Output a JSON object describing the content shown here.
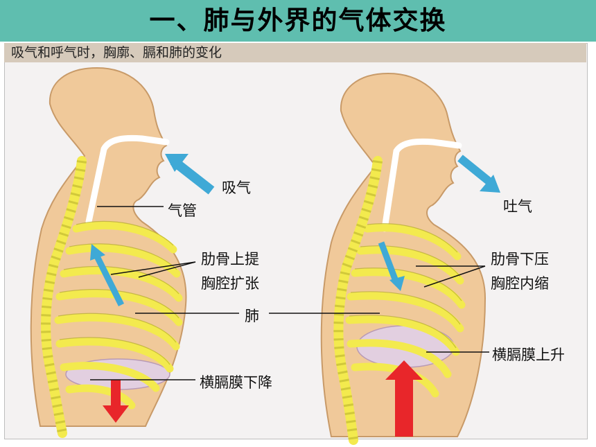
{
  "header": {
    "title": "一、肺与外界的气体交换"
  },
  "caption": "吸气和呼气时，胸廓、膈和肺的变化",
  "inhale": {
    "airflow": "吸气",
    "trachea": "气管",
    "ribs": "肋骨上提",
    "chest": "胸腔扩张",
    "lung": "肺",
    "diaphragm": "横膈膜下降"
  },
  "exhale": {
    "airflow": "吐气",
    "ribs": "肋骨下压",
    "chest": "胸腔内缩",
    "diaphragm": "横膈膜上升"
  },
  "colors": {
    "header_bg": "#5fbeaf",
    "caption_bg": "#d6cabb",
    "skin": "#f0c99a",
    "skin_outline": "#c89a68",
    "bone": "#f3ea4e",
    "bone_outline": "#b5ad2a",
    "air_arrow": "#3fa9d6",
    "diaphragm_arrow": "#e8262a",
    "diaphragm": "#e2cfe0"
  }
}
